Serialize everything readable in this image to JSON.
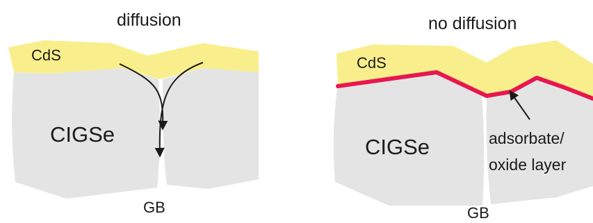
{
  "left_panel": {
    "title": "diffusion",
    "cds_label": "CdS",
    "absorber_label": "CIGSe",
    "gb_label": "GB"
  },
  "right_panel": {
    "title": "no diffusion",
    "cds_label": "CdS",
    "absorber_label": "CIGSe",
    "gb_label": "GB",
    "annotation_line1": "adsorbate/",
    "annotation_line2": "oxide layer"
  },
  "colors": {
    "cds": "#f8ef8c",
    "grain": "#e4e4e4",
    "oxide_layer": "#e8174f",
    "arrow": "#1a1a1a"
  }
}
